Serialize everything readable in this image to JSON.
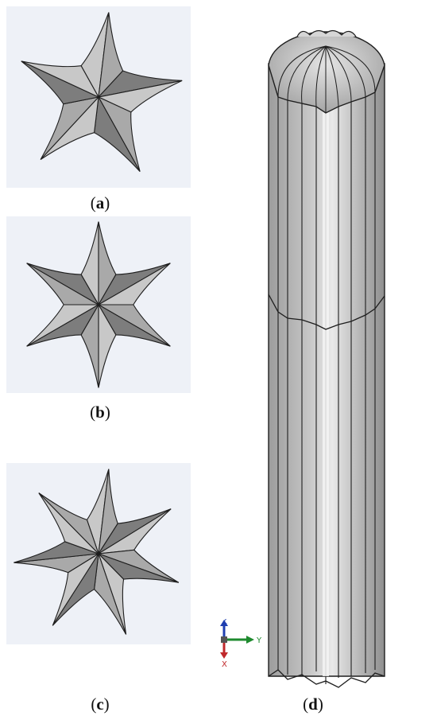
{
  "captions": {
    "a_open": "(",
    "a_letter": "a",
    "a_close": ")",
    "b_open": "(",
    "b_letter": "b",
    "b_close": ")",
    "c_open": "(",
    "c_letter": "c",
    "c_close": ")",
    "d_open": "(",
    "d_letter": "d",
    "d_close": ")"
  },
  "triad": {
    "z": "Z",
    "y": "Y",
    "x": "X"
  },
  "colors": {
    "panel_bg": "#eef1f7",
    "surface_light": "#c8c8c8",
    "surface_mid": "#a9a9a9",
    "surface_dark": "#7d7d7d",
    "edge": "#1e1e1e",
    "axis_z": "#1f3fb0",
    "axis_y": "#1e8a2e",
    "axis_x": "#c0282b"
  },
  "stars": [
    {
      "id": "a",
      "points": 5
    },
    {
      "id": "b",
      "points": 6
    },
    {
      "id": "c",
      "points": 7
    }
  ]
}
